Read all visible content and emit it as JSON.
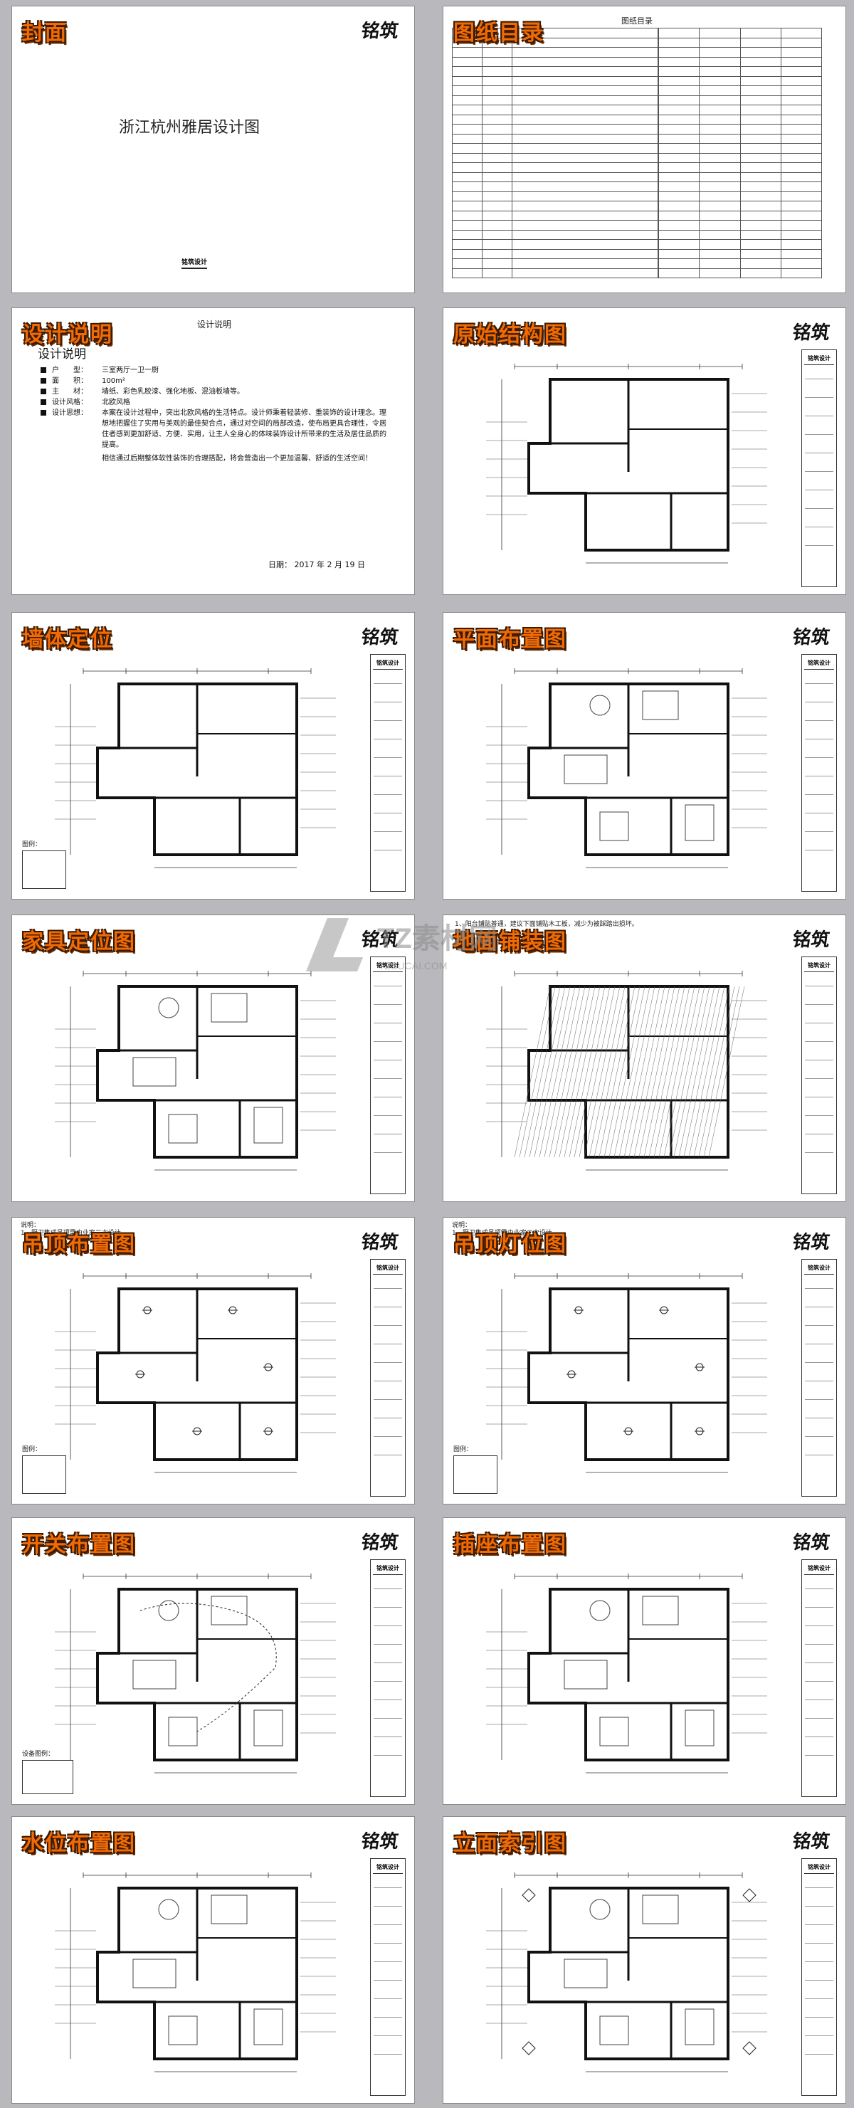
{
  "colors": {
    "title_fill": "#f06a06",
    "title_stroke": "#3a1a00",
    "background": "#b9b9bd"
  },
  "logo": {
    "mark": "铭筑",
    "brand": "铭筑设计"
  },
  "watermark": {
    "text": "TZ素材网",
    "sub": "TZSUCAI.COM"
  },
  "pages": [
    {
      "key": "cover",
      "title": "封面"
    },
    {
      "key": "catalog",
      "title": "图纸目录"
    },
    {
      "key": "notes",
      "title": "设计说明"
    },
    {
      "key": "original",
      "title": "原始结构图"
    },
    {
      "key": "wall",
      "title": "墙体定位"
    },
    {
      "key": "layout",
      "title": "平面布置图"
    },
    {
      "key": "furniture",
      "title": "家具定位图"
    },
    {
      "key": "floor",
      "title": "地面铺装图"
    },
    {
      "key": "ceiling",
      "title": "吊顶布置图"
    },
    {
      "key": "ceiling_light",
      "title": "吊顶灯位图"
    },
    {
      "key": "switch",
      "title": "开关布置图"
    },
    {
      "key": "socket",
      "title": "插座布置图"
    },
    {
      "key": "water",
      "title": "水位布置图"
    },
    {
      "key": "elevation",
      "title": "立面索引图"
    }
  ],
  "cover": {
    "project_title": "浙江杭州雅居设计图",
    "brand_label": "铭筑设计"
  },
  "catalog": {
    "heading": "图纸目录"
  },
  "notes": {
    "heading": "设计说明",
    "subheading": "设计说明",
    "items": [
      {
        "label": "户　　型：",
        "value": "三室两厅一卫一厨"
      },
      {
        "label": "面　　积：",
        "value": "100m²"
      },
      {
        "label": "主　　材：",
        "value": "墙纸、彩色乳胶漆、强化地板、混油板墙等。"
      },
      {
        "label": "设计风格：",
        "value": "北欧风格"
      },
      {
        "label": "设计思想：",
        "value": "本案在设计过程中，突出北欧风格的生活特点。设计师秉着轻装修、重装饰的设计理念。理想地把握住了实用与美观的最佳契合点，通过对空间的局部改造，使布局更具合理性，令居住者感到更加舒适、方便、实用，让主人全身心的体味装饰设计所带来的生活及居住品质的提高。"
      }
    ],
    "closing": "相信通过后期整体软性装饰的合理搭配，将会营造出一个更加温馨、舒适的生活空间！",
    "date": "日期：  2017 年 2 月 19 日"
  },
  "plan_notes": {
    "floor": "1、阳台铺贴普通，建议下面铺贴木工板，减少为被踩踏出损坏。",
    "ceiling": "说明：\n1、厨卫集成吊顶需由业家二次设计。",
    "ceiling_light": "说明：\n1、厨卫集成吊顶需由业家二次设计。"
  },
  "legend_label": "图例：",
  "legend_switch": "设备图例："
}
